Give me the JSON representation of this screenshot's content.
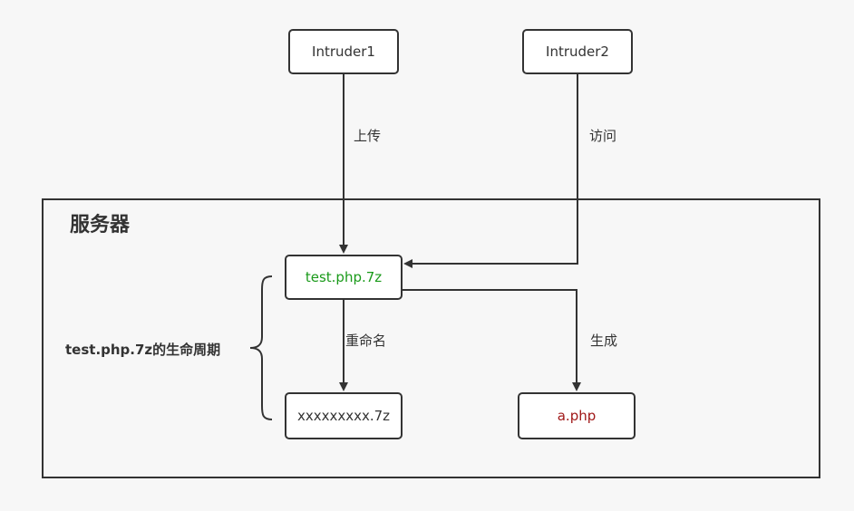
{
  "server": {
    "title": "服务器"
  },
  "nodes": {
    "intruder1": "Intruder1",
    "intruder2": "Intruder2",
    "uploaded_file": "test.php.7z",
    "renamed_file": "xxxxxxxxx.7z",
    "generated_file": "a.php"
  },
  "edges": {
    "upload": "上传",
    "visit": "访问",
    "rename": "重命名",
    "generate": "生成"
  },
  "lifecycle": {
    "label": "test.php.7z的生命周期"
  },
  "colors": {
    "uploaded_file_text": "#1a9a1a",
    "generated_file_text": "#a01818",
    "stroke": "#333333",
    "background": "#f7f7f7"
  }
}
